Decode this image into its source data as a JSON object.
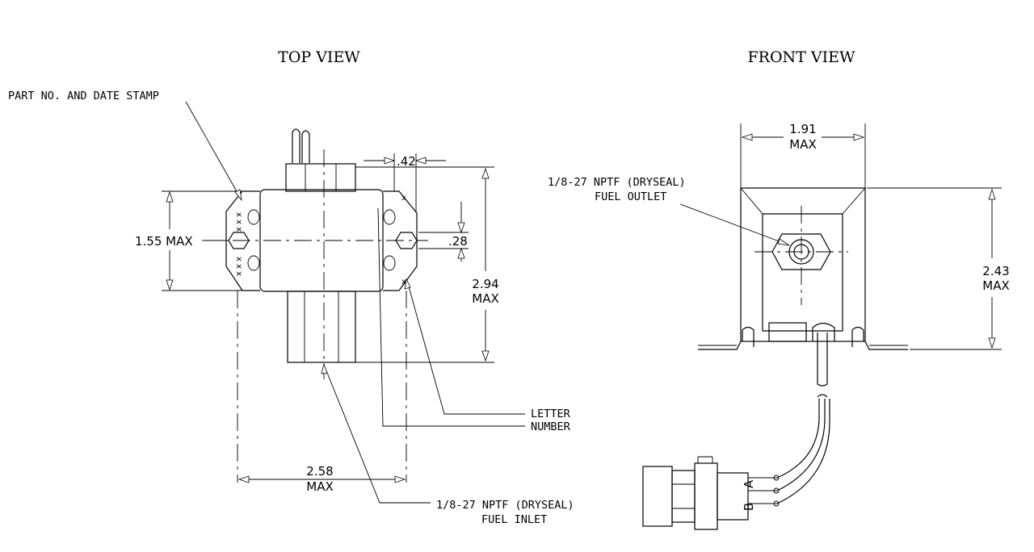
{
  "views": {
    "top": {
      "title": "TOP VIEW"
    },
    "front": {
      "title": "FRONT VIEW"
    }
  },
  "labels": {
    "part_stamp": "PART NO. AND DATE STAMP",
    "outlet_line1": "1/8-27 NPTF (DRYSEAL)",
    "outlet_line2": "FUEL OUTLET",
    "inlet_line1": "1/8-27 NPTF (DRYSEAL)",
    "inlet_line2": "FUEL INLET",
    "letter": "LETTER",
    "number": "NUMBER",
    "connector_pin_a": "A",
    "connector_pin_b": "B",
    "stamp_marks": "x x x"
  },
  "dimensions": {
    "width_top": ".42",
    "height_top": "1.55 MAX",
    "offset": ".28",
    "length_value": "2.94",
    "length_unit": "MAX",
    "base_value": "2.58",
    "base_unit": "MAX",
    "front_width_value": "1.91",
    "front_width_unit": "MAX",
    "front_height_value": "2.43",
    "front_height_unit": "MAX"
  }
}
